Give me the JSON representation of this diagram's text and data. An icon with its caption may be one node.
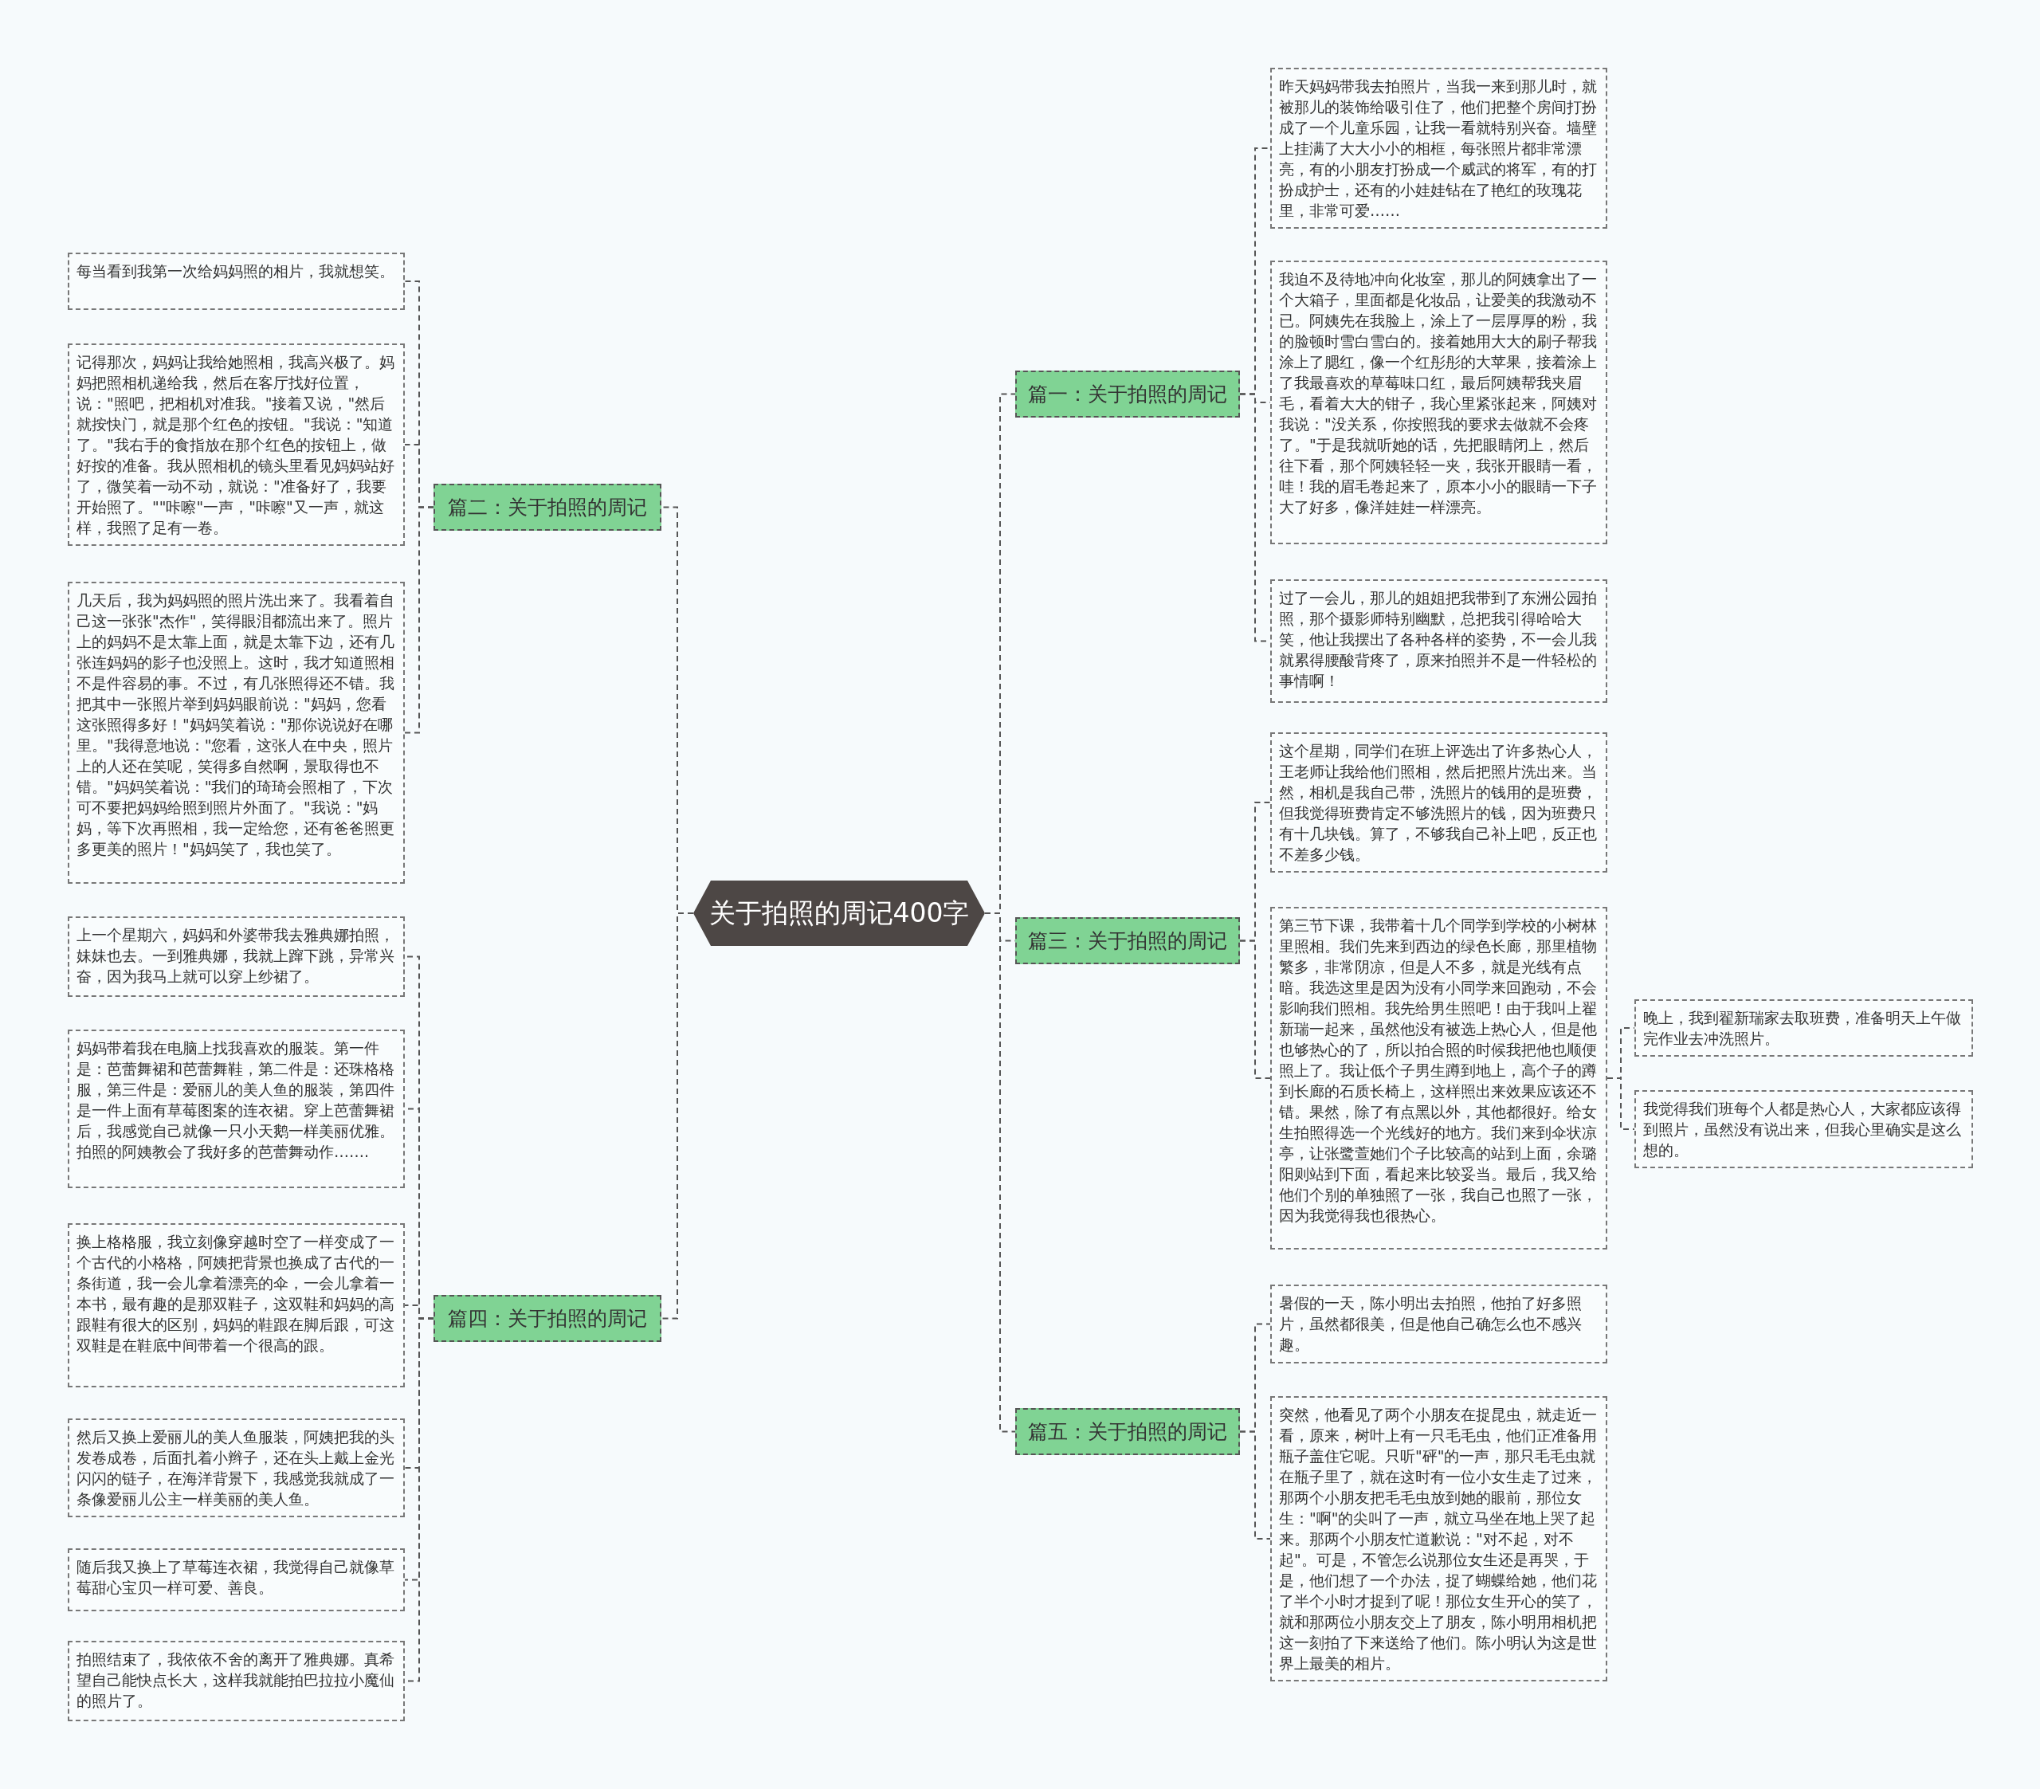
{
  "diagram": {
    "nodes": [
      {
        "text": [
          "关于拍照的周记400字"
        ]
      },
      {
        "text": [
          "篇一：关于拍照的周记"
        ]
      },
      {
        "text": [
          "昨天妈妈带我去拍照片，当我一来到那儿时，就被那儿的装饰给吸引住了，他们把整个房间打扮成了一个儿童乐园，让我一看就特别兴奋。墙壁上挂满了大大小小的相框，每张照片都非常漂亮，有的小朋友打扮成一个威武的将军，有的打扮成护士，还有的小娃娃钻在了艳红的玫瑰花里，非常可爱……"
        ]
      },
      {
        "text": [
          "我迫不及待地冲向化妆室，那儿的阿姨拿出了一个大箱子，里面都是化妆品，让爱美的我激动不已。阿姨先在我脸上，涂上了一层厚厚的粉，我的脸顿时雪白雪白的。接着她用大大的刷子帮我涂上了腮红，像一个红彤彤的大苹果，接着涂上了我最喜欢的草莓味口红，最后阿姨帮我夹眉毛，看着大大的钳子，我心里紧张起来，阿姨对我说：\"没关系，你按照我的要求去做就不会疼了。\"于是我就听她的话，先把眼睛闭上，然后往下看，那个阿姨轻轻一夹，我张开眼睛一看，哇！我的眉毛卷起来了，原本小小的眼睛一下子大了好多，像洋娃娃一样漂亮。"
        ]
      },
      {
        "text": [
          "过了一会儿，那儿的姐姐把我带到了东洲公园拍照，那个摄影师特别幽默，总把我引得哈哈大笑，他让我摆出了各种各样的姿势，不一会儿我就累得腰酸背疼了，原来拍照并不是一件轻松的事情啊！"
        ]
      },
      {
        "text": [
          "篇二：关于拍照的周记"
        ]
      },
      {
        "text": [
          "每当看到我第一次给妈妈照的相片，我就想笑。"
        ]
      },
      {
        "text": [
          "记得那次，妈妈让我给她照相，我高兴极了。妈妈把照相机递给我，然后在客厅找好位置，说：\"照吧，把相机对准我。\"接着又说，\"然后就按快门，就是那个红色的按钮。\"我说：\"知道了。\"我右手的食指放在那个红色的按钮上，做好按的准备。我从照相机的镜头里看见妈妈站好了，微笑着一动不动，就说：\"准备好了，我要开始照了。\"\"咔嚓\"一声，\"咔嚓\"又一声，就这样，我照了足有一卷。"
        ]
      },
      {
        "text": [
          "几天后，我为妈妈照的照片洗出来了。我看着自己这一张张\"杰作\"，笑得眼泪都流出来了。照片上的妈妈不是太靠上面，就是太靠下边，还有几张连妈妈的影子也没照上。这时，我才知道照相不是件容易的事。不过，有几张照得还不错。我把其中一张照片举到妈妈眼前说：\"妈妈，您看这张照得多好！\"妈妈笑着说：\"那你说说好在哪里。\"我得意地说：\"您看，这张人在中央，照片上的人还在笑呢，笑得多自然啊，景取得也不错。\"妈妈笑着说：\"我们的琦琦会照相了，下次可不要把妈妈给照到照片外面了。\"我说：\"妈妈，等下次再照相，我一定给您，还有爸爸照更多更美的照片！\"妈妈笑了，我也笑了。"
        ]
      },
      {
        "text": [
          "篇三：关于拍照的周记"
        ]
      },
      {
        "text": [
          "这个星期，同学们在班上评选出了许多热心人，王老师让我给他们照相，然后把照片洗出来。当然，相机是我自己带，洗照片的钱用的是班费，但我觉得班费肯定不够洗照片的钱，因为班费只有十几块钱。算了，不够我自己补上吧，反正也不差多少钱。"
        ]
      },
      {
        "text": [
          "第三节下课，我带着十几个同学到学校的小树林里照相。我们先来到西边的绿色长廊，那里植物繁多，非常阴凉，但是人不多，就是光线有点暗。我选这里是因为没有小同学来回跑动，不会影响我们照相。我先给男生照吧！由于我叫上翟新瑞一起来，虽然他没有被选上热心人，但是他也够热心的了，所以拍合照的时候我把他也顺便照上了。我让低个子男生蹲到地上，高个子的蹲到长廊的石质长椅上，这样照出来效果应该还不错。果然，除了有点黑以外，其他都很好。给女生拍照得选一个光线好的地方。我们来到伞状凉亭，让张鹭萱她们个子比较高的站到上面，余璐阳则站到下面，看起来比较妥当。最后，我又给他们个别的单独照了一张，我自己也照了一张，因为我觉得我也很热心。"
        ]
      },
      {
        "text": [
          "晚上，我到翟新瑞家去取班费，准备明天上午做完作业去冲洗照片。"
        ]
      },
      {
        "text": [
          "我觉得我们班每个人都是热心人，大家都应该得到照片，虽然没有说出来，但我心里确实是这么想的。"
        ]
      },
      {
        "text": [
          "篇四：关于拍照的周记"
        ]
      },
      {
        "text": [
          "上一个星期六，妈妈和外婆带我去雅典娜拍照，妹妹也去。一到雅典娜，我就上蹿下跳，异常兴奋，因为我马上就可以穿上纱裙了。"
        ]
      },
      {
        "text": [
          "妈妈带着我在电脑上找我喜欢的服装。第一件是：芭蕾舞裙和芭蕾舞鞋，第二件是：还珠格格服，第三件是：爱丽儿的美人鱼的服装，第四件是一件上面有草莓图案的连衣裙。穿上芭蕾舞裙后，我感觉自己就像一只小天鹅一样美丽优雅。拍照的阿姨教会了我好多的芭蕾舞动作……."
        ]
      },
      {
        "text": [
          "换上格格服，我立刻像穿越时空了一样变成了一个古代的小格格，阿姨把背景也换成了古代的一条街道，我一会儿拿着漂亮的伞，一会儿拿着一本书，最有趣的是那双鞋子，这双鞋和妈妈的高跟鞋有很大的区别，妈妈的鞋跟在脚后跟，可这双鞋是在鞋底中间带着一个很高的跟。"
        ]
      },
      {
        "text": [
          "然后又换上爱丽儿的美人鱼服装，阿姨把我的头发卷成卷，后面扎着小辫子，还在头上戴上金光闪闪的链子，在海洋背景下，我感觉我就成了一条像爱丽儿公主一样美丽的美人鱼。"
        ]
      },
      {
        "text": [
          "随后我又换上了草莓连衣裙，我觉得自己就像草莓甜心宝贝一样可爱、善良。"
        ]
      },
      {
        "text": [
          "拍照结束了，我依依不舍的离开了雅典娜。真希望自己能快点长大，这样我就能拍巴拉拉小魔仙的照片了。"
        ]
      },
      {
        "text": [
          "篇五：关于拍照的周记"
        ]
      },
      {
        "text": [
          "暑假的一天，陈小明出去拍照，他拍了好多照片，虽然都很美，但是他自己确怎么也不感兴趣。"
        ]
      },
      {
        "text": [
          "突然，他看见了两个小朋友在捉昆虫，就走近一看，原来，树叶上有一只毛毛虫，他们正准备用瓶子盖住它呢。只听\"砰\"的一声，那只毛毛虫就在瓶子里了，就在这时有一位小女生走了过来，那两个小朋友把毛毛虫放到她的眼前，那位女生：\"啊\"的尖叫了一声，就立马坐在地上哭了起来。那两个小朋友忙道歉说：\"对不起，对不起\"。可是，不管怎么说那位女生还是再哭，于是，他们想了一个办法，捉了蝴蝶给她，他们花了半个小时才捉到了呢！那位女生开心的笑了，就和那两位小朋友交上了朋友，陈小明用相机把这一刻拍了下来送给了他们。陈小明认为这是世界上最美的相片。"
        ]
      }
    ],
    "edges": [
      {
        "from": 0,
        "to": 1,
        "arrow": "none"
      },
      {
        "from": 1,
        "to": 2,
        "arrow": "none"
      },
      {
        "from": 1,
        "to": 3,
        "arrow": "none"
      },
      {
        "from": 1,
        "to": 4,
        "arrow": "none"
      },
      {
        "from": 0,
        "to": 5,
        "arrow": "none"
      },
      {
        "from": 5,
        "to": 6,
        "arrow": "none"
      },
      {
        "from": 5,
        "to": 7,
        "arrow": "none"
      },
      {
        "from": 5,
        "to": 8,
        "arrow": "none"
      },
      {
        "from": 0,
        "to": 9,
        "arrow": "none"
      },
      {
        "from": 9,
        "to": 10,
        "arrow": "none"
      },
      {
        "from": 9,
        "to": 11,
        "arrow": "none"
      },
      {
        "from": 11,
        "to": 12,
        "arrow": "none"
      },
      {
        "from": 11,
        "to": 13,
        "arrow": "none"
      },
      {
        "from": 0,
        "to": 14,
        "arrow": "none"
      },
      {
        "from": 14,
        "to": 15,
        "arrow": "none"
      },
      {
        "from": 14,
        "to": 16,
        "arrow": "none"
      },
      {
        "from": 14,
        "to": 17,
        "arrow": "none"
      },
      {
        "from": 14,
        "to": 18,
        "arrow": "none"
      },
      {
        "from": 14,
        "to": 19,
        "arrow": "none"
      },
      {
        "from": 14,
        "to": 20,
        "arrow": "none"
      },
      {
        "from": 0,
        "to": 21,
        "arrow": "none"
      },
      {
        "from": 21,
        "to": 22,
        "arrow": "none"
      },
      {
        "from": 21,
        "to": 23,
        "arrow": "none"
      }
    ]
  }
}
